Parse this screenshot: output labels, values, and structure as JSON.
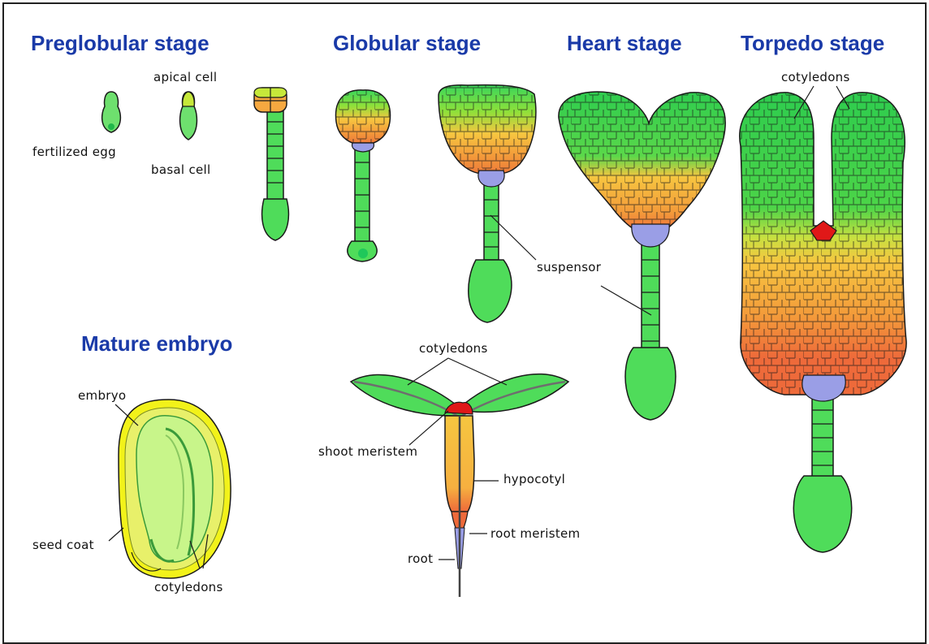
{
  "colors": {
    "heading": "#1a3aa8",
    "green_light": "#8cf0a0",
    "green_cell": "#3ad65a",
    "yellow_green": "#b8e23a",
    "orange_yellow": "#f6c640",
    "orange": "#f39a3a",
    "red_orange": "#ee6a3a",
    "lavender": "#9a9ee6",
    "red": "#e01818",
    "seed_coat": "#f2f21a",
    "embryo_light": "#c8f58a",
    "stem_gray": "#6e6e6e"
  },
  "headings": {
    "preglobular": "Preglobular stage",
    "globular": "Globular stage",
    "heart": "Heart stage",
    "torpedo": "Torpedo stage",
    "mature": "Mature embryo"
  },
  "labels": {
    "apical_cell": "apical cell",
    "fertilized_egg": "fertilized egg",
    "basal_cell": "basal cell",
    "cotyledons_torpedo": "cotyledons",
    "suspensor": "suspensor",
    "cotyledons_seedling": "cotyledons",
    "shoot_meristem": "shoot meristem",
    "hypocotyl": "hypocotyl",
    "root_meristem": "root meristem",
    "root": "root",
    "embryo": "embryo",
    "seed_coat": "seed coat",
    "cotyledons_mature": "cotyledons"
  },
  "icons": {
    "egg": "fertilized-egg-icon",
    "two_cell": "two-cell-embryo-icon",
    "proembryo": "proembryo-icon",
    "globular": "globular-embryo-icon",
    "heart": "heart-embryo-icon",
    "torpedo": "torpedo-embryo-icon",
    "seedling": "seedling-icon",
    "seed": "mature-seed-icon"
  }
}
